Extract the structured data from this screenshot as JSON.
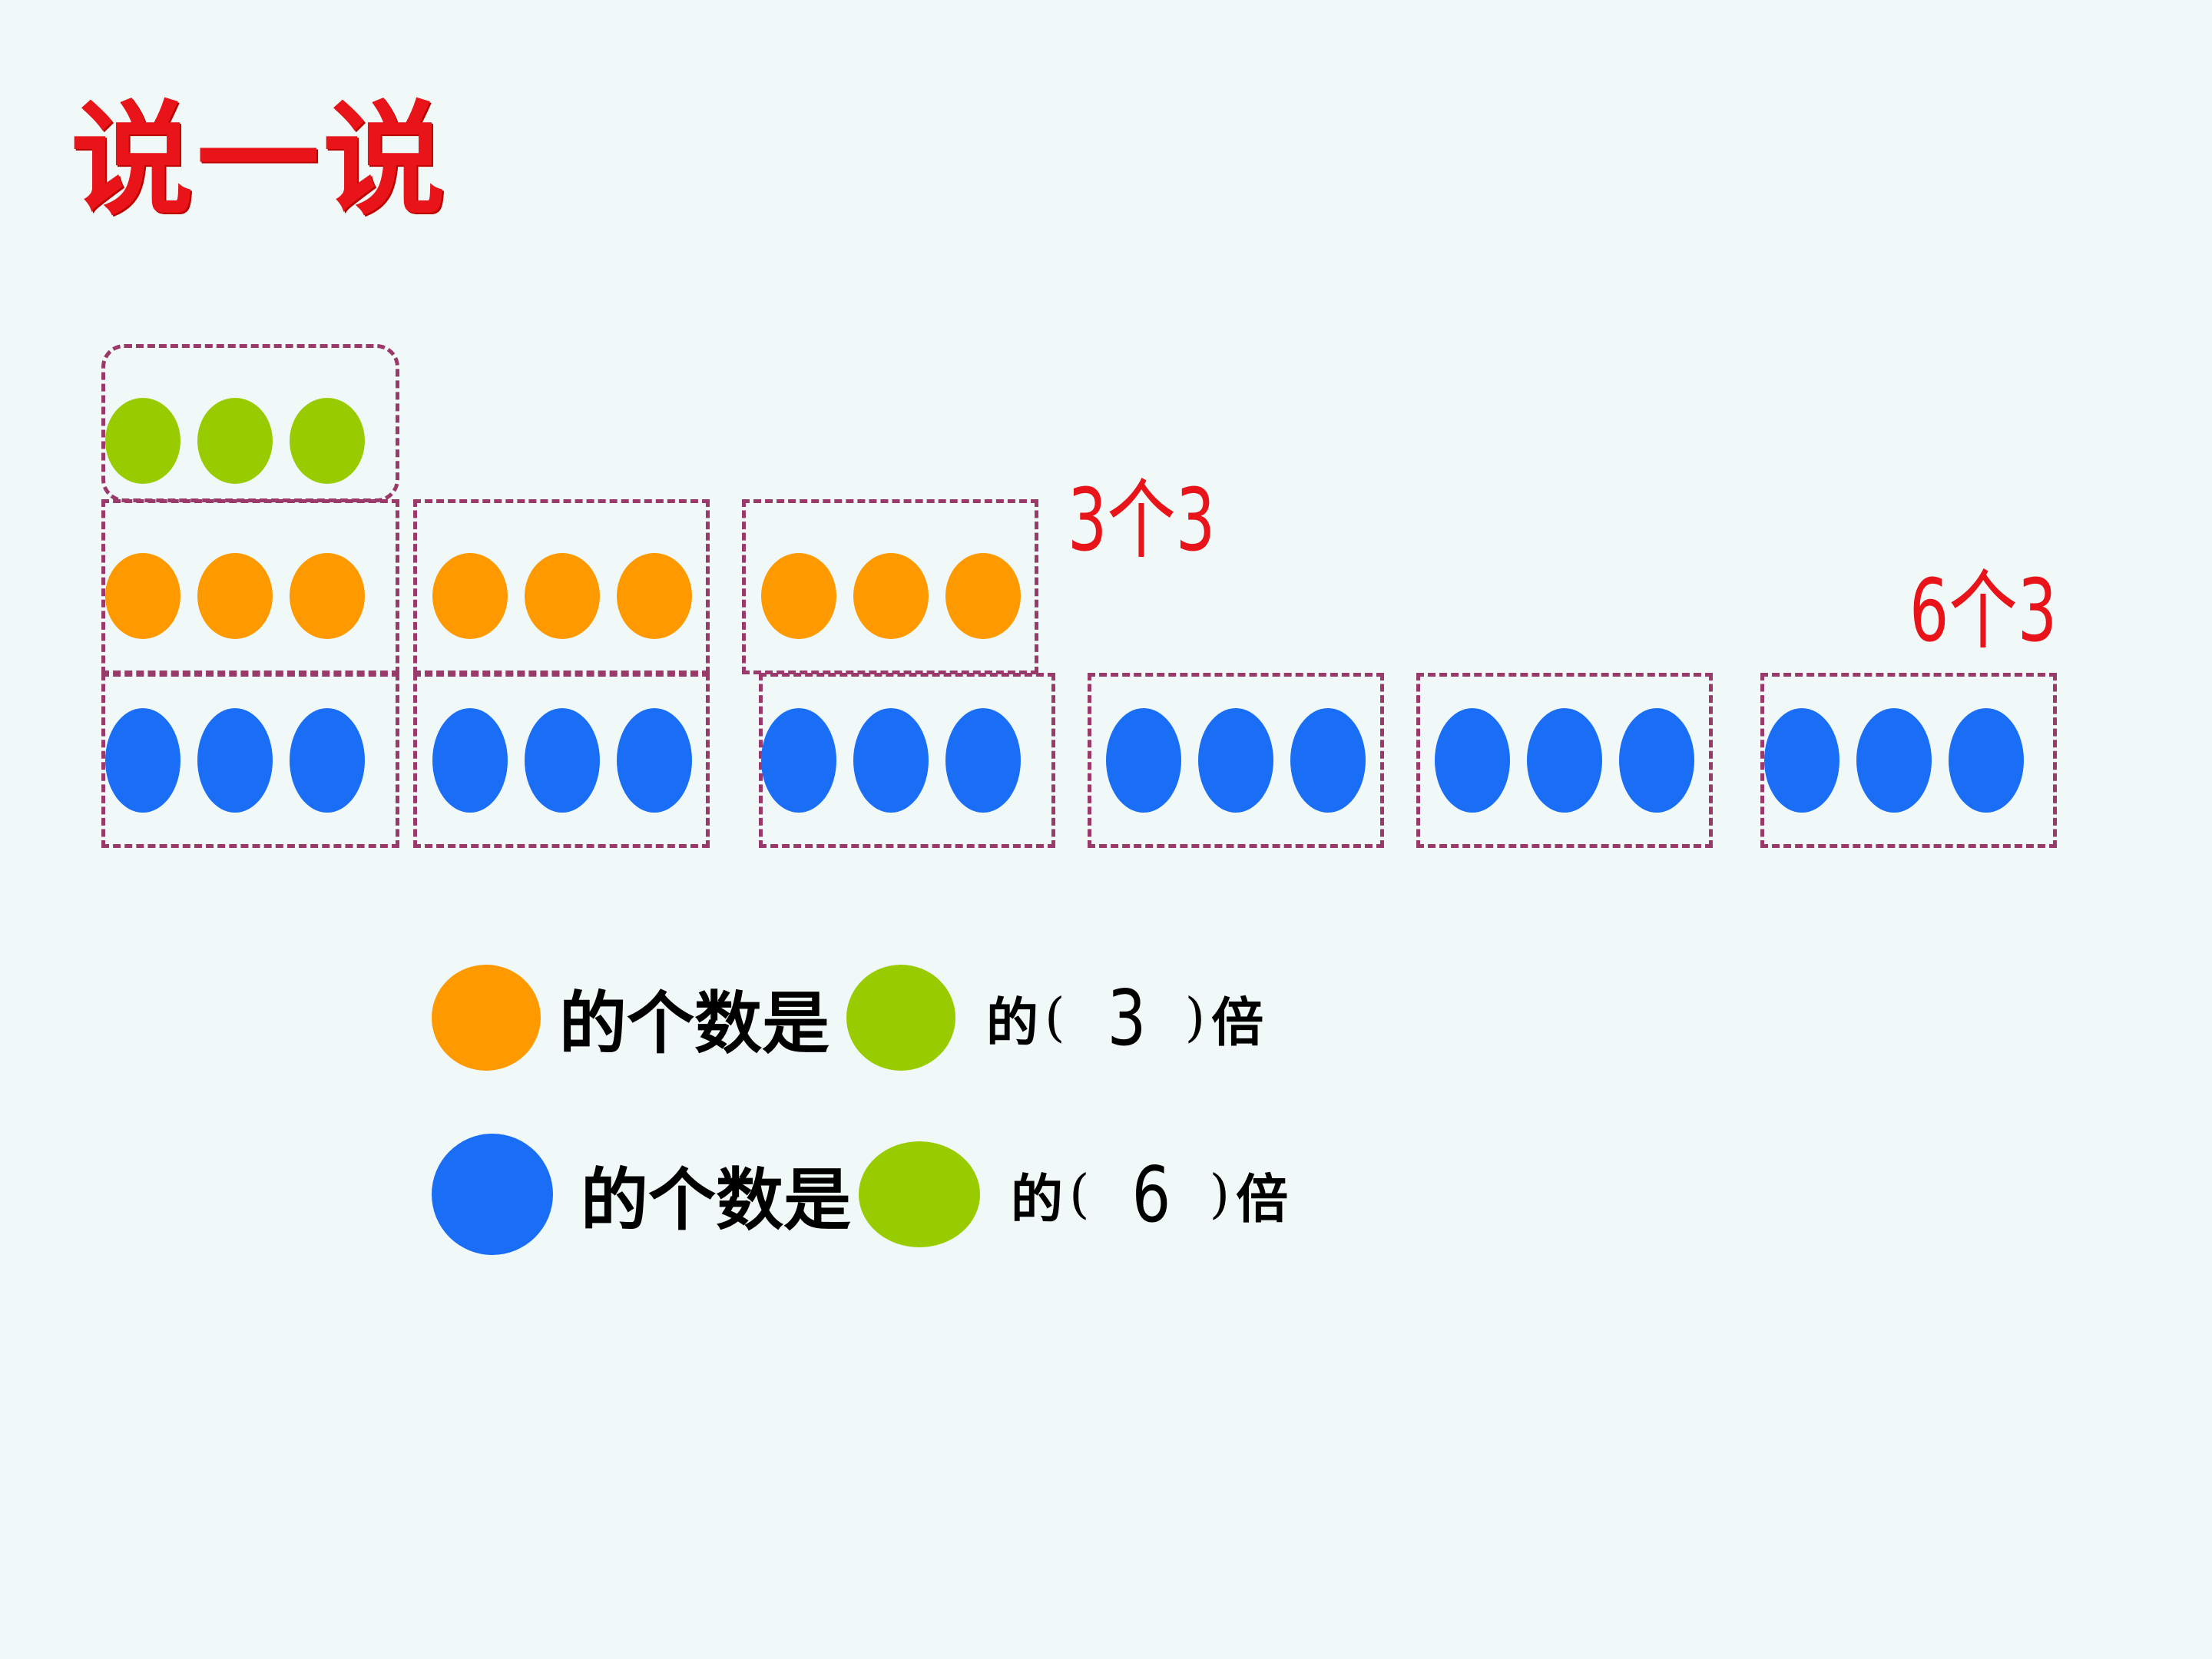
{
  "title": "说一说",
  "labels": {
    "orange_groups": "3个3",
    "blue_groups": "6个3"
  },
  "sentences": [
    {
      "subject_color": "orange",
      "text_1": "的个数是",
      "object_color": "green",
      "text_2": "的",
      "open": "(",
      "answer": "3",
      "close": ")",
      "text_3": "倍"
    },
    {
      "subject_color": "blue",
      "text_1": "的个数是",
      "object_color": "green",
      "text_2": "的",
      "open": "(",
      "answer": "6",
      "close": ")",
      "text_3": "倍"
    }
  ],
  "colors": {
    "green": "#99cc00",
    "orange": "#ff9900",
    "blue": "#1a6ef5",
    "title_red": "#e8141a",
    "dash_border": "#9a3a6a"
  },
  "groups": {
    "green": 1,
    "orange": 3,
    "blue": 6,
    "dots_per_group": 3
  }
}
